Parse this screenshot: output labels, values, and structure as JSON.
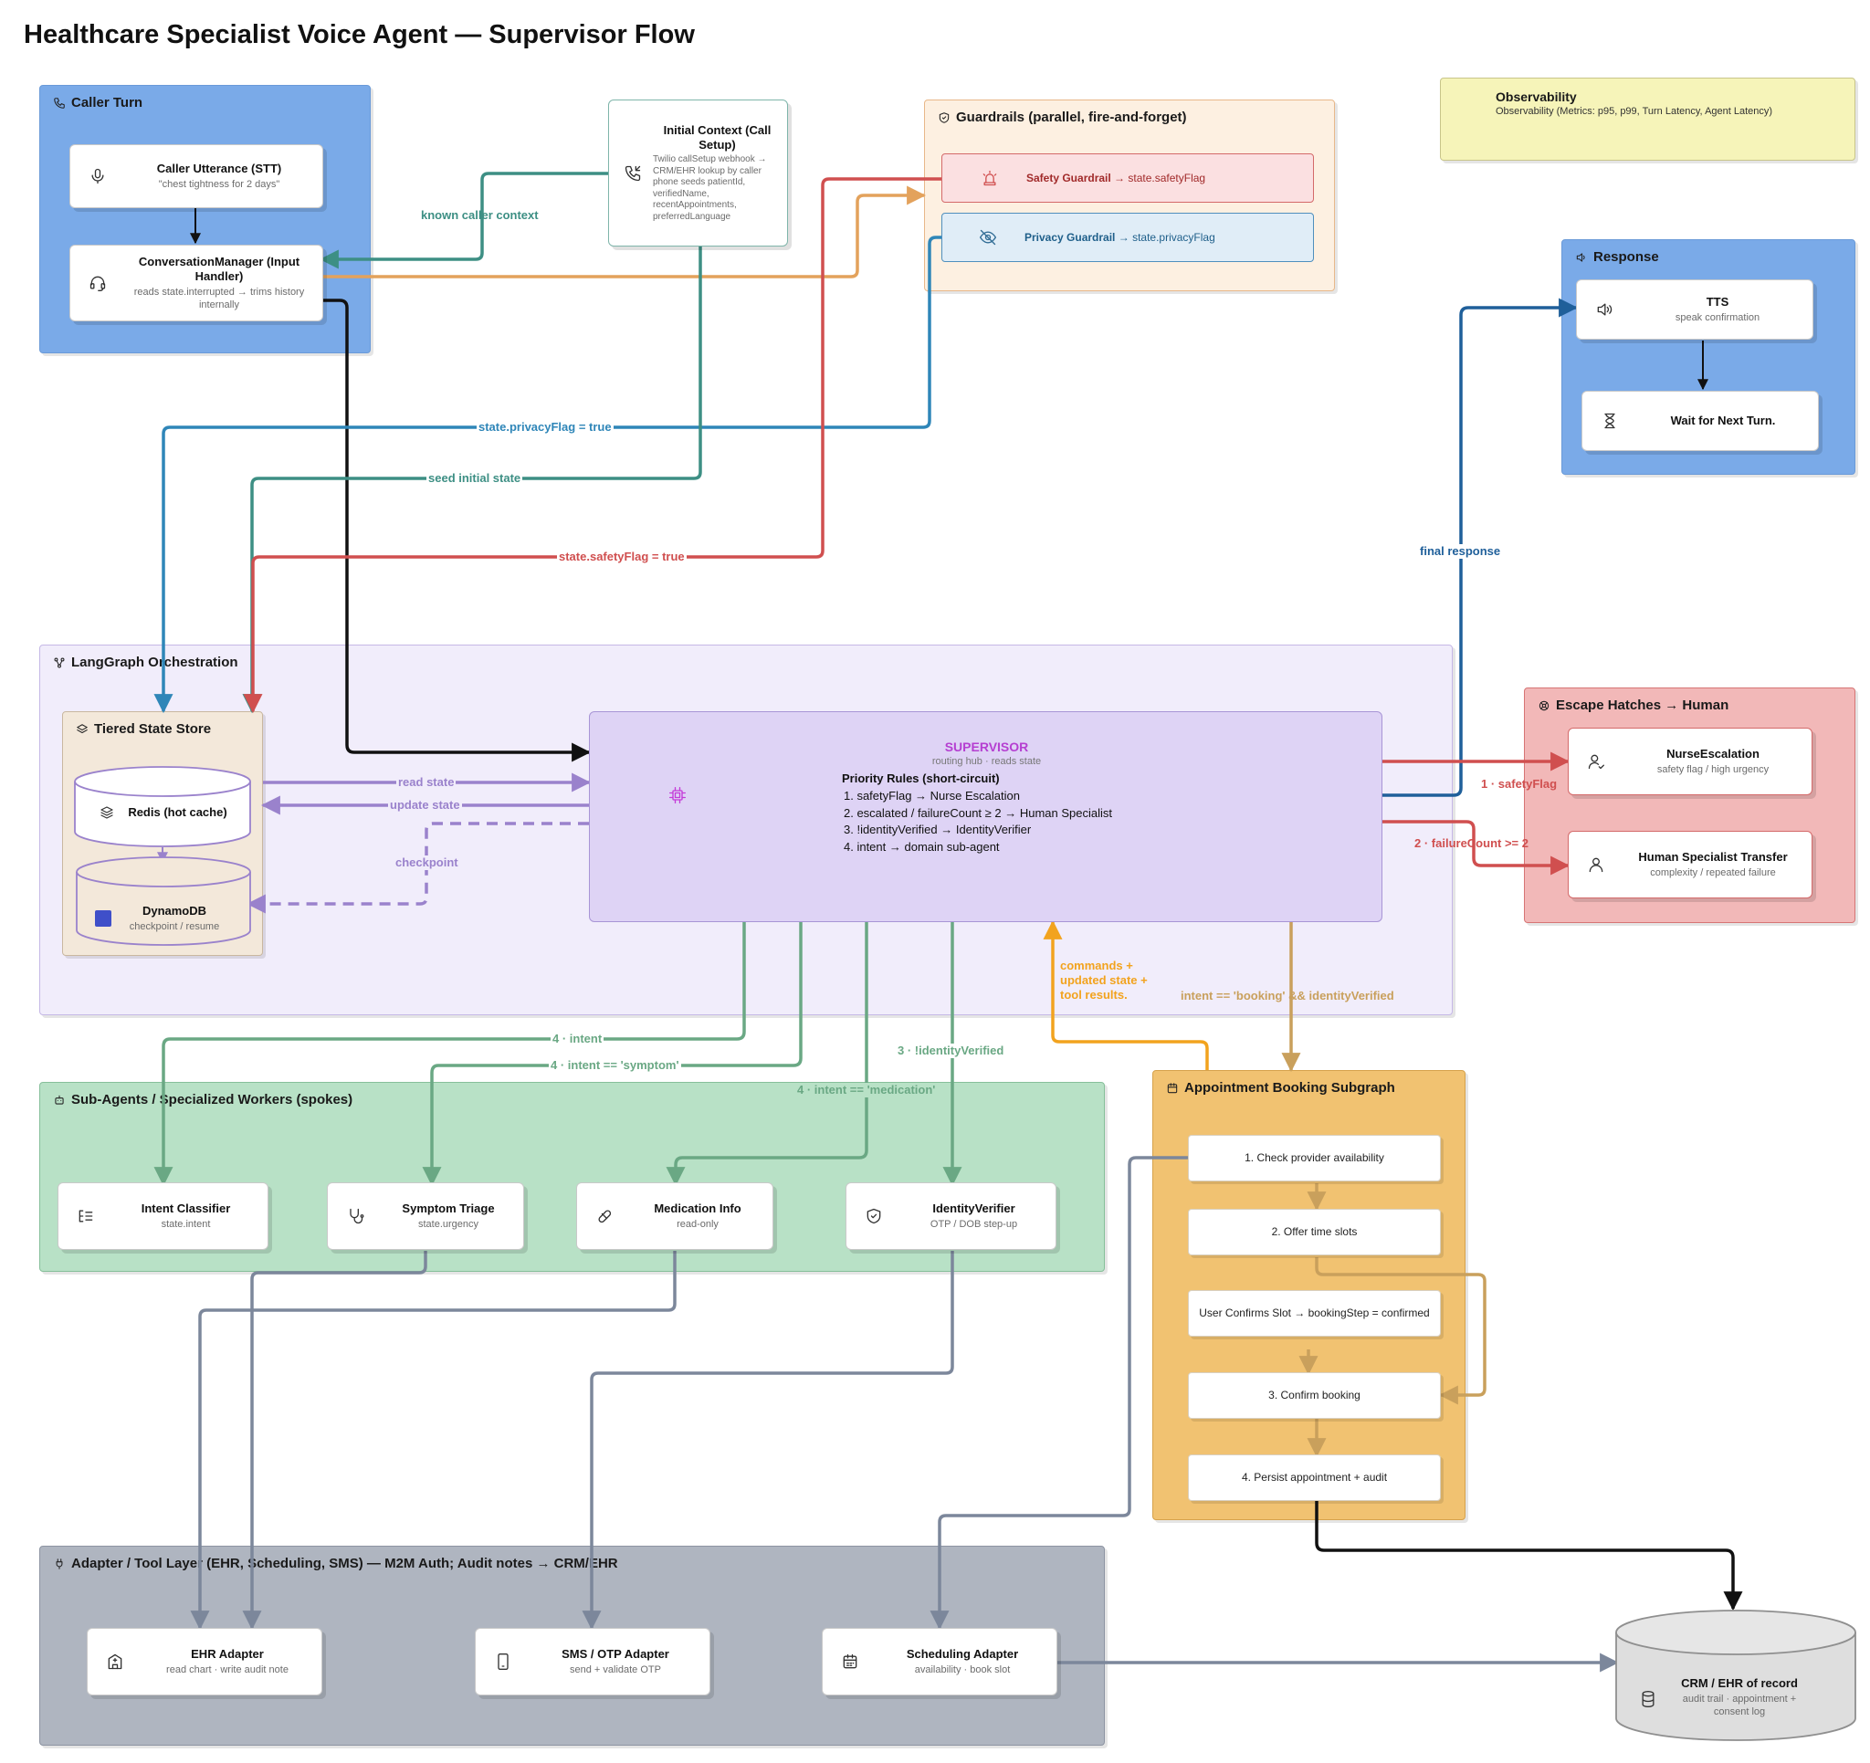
{
  "title": "Healthcare Specialist Voice Agent — Supervisor Flow",
  "caller_turn": {
    "title": "Caller Turn",
    "utterance": {
      "name": "Caller Utterance (STT)",
      "sub": "\"chest tightness for 2 days\""
    },
    "manager": {
      "name": "ConversationManager (Input Handler)",
      "sub": "reads state.interrupted → trims history internally"
    }
  },
  "initial_context": {
    "name": "Initial Context (Call Setup)",
    "sub": "Twilio callSetup webhook → CRM/EHR lookup by caller phone seeds patientId, verifiedName, recentAppointments, preferredLanguage"
  },
  "guardrails": {
    "title": "Guardrails (parallel, fire-and-forget)",
    "safety": {
      "name": "Safety Guardrail",
      "sub": "→ state.safetyFlag"
    },
    "privacy": {
      "name": "Privacy Guardrail",
      "sub": "→ state.privacyFlag"
    }
  },
  "observability": {
    "title": "Observability",
    "sub": "Observability (Metrics: p95, p99, Turn Latency, Agent Latency)"
  },
  "response": {
    "title": "Response",
    "tts": {
      "name": "TTS",
      "sub": "speak confirmation"
    },
    "wait": {
      "name": "Wait for Next Turn."
    }
  },
  "orchestration": {
    "title": "LangGraph Orchestration",
    "state_store": {
      "title": "Tiered State Store",
      "redis": "Redis (hot cache)",
      "dynamo": {
        "name": "DynamoDB",
        "sub": "checkpoint / resume"
      }
    },
    "supervisor": {
      "name": "SUPERVISOR",
      "sub": "routing hub · reads state",
      "rules_title": "Priority Rules (short-circuit)",
      "rules": [
        "1. safetyFlag → Nurse Escalation",
        "2. escalated / failureCount ≥ 2 → Human Specialist",
        "3. !identityVerified → IdentityVerifier",
        "4. intent → domain sub-agent"
      ]
    }
  },
  "escape": {
    "title": "Escape Hatches → Human",
    "nurse": {
      "name": "NurseEscalation",
      "sub": "safety flag / high urgency"
    },
    "human": {
      "name": "Human Specialist Transfer",
      "sub": "complexity / repeated failure"
    }
  },
  "subagents": {
    "title": "Sub-Agents / Specialized Workers (spokes)",
    "items": [
      {
        "name": "Intent Classifier",
        "sub": "state.intent",
        "icon": "list-icon"
      },
      {
        "name": "Symptom Triage",
        "sub": "state.urgency",
        "icon": "stethoscope-icon"
      },
      {
        "name": "Medication Info",
        "sub": "read-only",
        "icon": "pill-icon"
      },
      {
        "name": "IdentityVerifier",
        "sub": "OTP / DOB step-up",
        "icon": "shield-icon"
      }
    ]
  },
  "booking": {
    "title": "Appointment Booking Subgraph",
    "steps": [
      "1. Check provider availability",
      "2. Offer time slots",
      "User Confirms Slot → bookingStep = confirmed",
      "3. Confirm booking",
      "4. Persist appointment + audit"
    ]
  },
  "adapters": {
    "title": "Adapter / Tool Layer (EHR, Scheduling, SMS) — M2M Auth; Audit notes → CRM/EHR",
    "items": [
      {
        "name": "EHR Adapter",
        "sub": "read chart · write audit note",
        "icon": "building-icon"
      },
      {
        "name": "SMS / OTP Adapter",
        "sub": "send + validate OTP",
        "icon": "phone-icon"
      },
      {
        "name": "Scheduling Adapter",
        "sub": "availability · book slot",
        "icon": "calendar-icon"
      }
    ]
  },
  "crm": {
    "name": "CRM / EHR of record",
    "sub": "audit trail · appointment + consent log"
  },
  "edges": {
    "known_caller": "known caller context",
    "privacy_true": "state.privacyFlag = true",
    "seed_state": "seed initial state",
    "safety_true": "state.safetyFlag = true",
    "final_response": "final response",
    "read_state": "read state",
    "update_state": "update state",
    "checkpoint": "checkpoint",
    "safety_flag": "1 · safetyFlag",
    "failure_count": "2 · failureCount >= 2",
    "commands": "commands + updated state + tool results.",
    "booking_cond": "intent == 'booking' && identityVerified",
    "intent": "4 · intent",
    "symptom": "4 · intent == 'symptom'",
    "identity": "3 · !identityVerified",
    "medication": "4 · intent == 'medication'"
  },
  "colors": {
    "caller_bg": "#7aaae8",
    "guard_bg": "#fdf0e1",
    "orch_bg": "#f1edfb",
    "supervisor_bg": "#ded3f5",
    "subagent_bg": "#b8e1c6",
    "booking_bg": "#f1c271",
    "adapter_bg": "#afb5c0",
    "escape_bg": "#f2b8b8",
    "teal": "#3d8f84",
    "blue": "#2f86b8",
    "red": "#d04f4f",
    "orange": "#e3a25c",
    "purple": "#9a82cc",
    "green": "#6aa884",
    "gold": "#c9a05c",
    "slate": "#7c879b"
  }
}
